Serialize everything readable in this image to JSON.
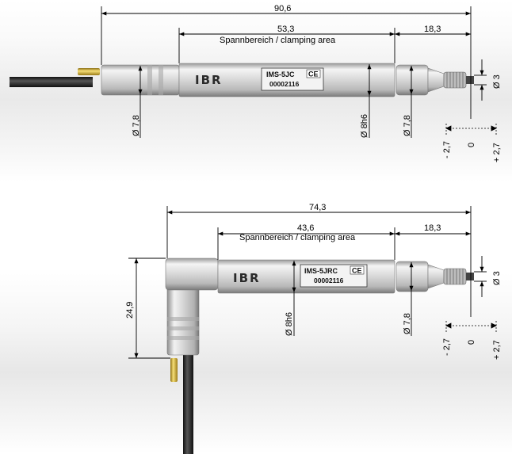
{
  "probe_straight": {
    "overall_length": "90,6",
    "clamping_length": "53,3",
    "tip_length": "18,3",
    "clamping_label": "Spannbereich  / clamping area",
    "body_diameter": "Ø 7,8",
    "clamp_diameter": "Ø 8h6",
    "tip_body_diameter": "Ø 7,8",
    "tip_diameter": "Ø 3",
    "stroke_minus": "- 2,7",
    "stroke_zero": "0",
    "stroke_plus": "+ 2,7",
    "brand": "IBR",
    "model": "IMS-5JC",
    "ce_mark": "CE",
    "serial": "00002116"
  },
  "probe_angled": {
    "overall_length": "74,3",
    "clamping_length": "43,6",
    "tip_length": "18,3",
    "clamping_label": "Spannbereich  / clamping area",
    "elbow_height": "24,9",
    "clamp_diameter": "Ø 8h6",
    "tip_body_diameter": "Ø 7,8",
    "tip_diameter": "Ø 3",
    "stroke_minus": "- 2,7",
    "stroke_zero": "0",
    "stroke_plus": "+ 2,7",
    "brand": "IBR",
    "model": "IMS-5JRC",
    "ce_mark": "CE",
    "serial": "00002116"
  },
  "colors": {
    "background": "#ffffff",
    "probe_body": "#d8d8d8",
    "cable": "#2b2b2b",
    "connector": "#e0c050",
    "dimension_line": "#000000"
  }
}
